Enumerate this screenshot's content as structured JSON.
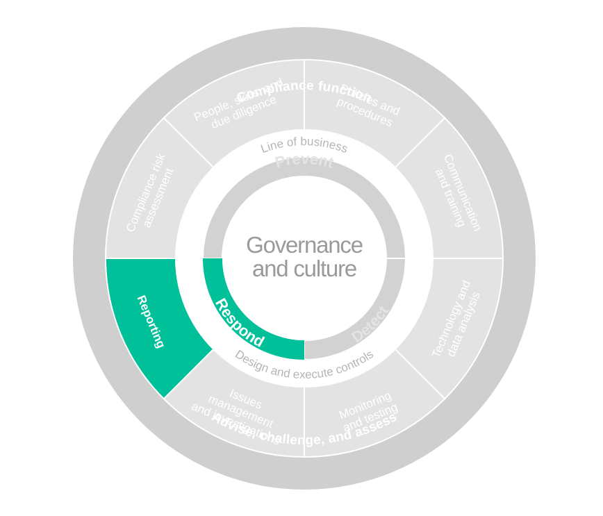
{
  "outer_ring": {
    "top_label": "Compliance function",
    "bottom_label": "Advise, challenge, and assess"
  },
  "segments": [
    {
      "id": "people",
      "lines": [
        "People, skills, and",
        "due diligence"
      ],
      "highlighted": false
    },
    {
      "id": "policies",
      "lines": [
        "Policies and",
        "procedures"
      ],
      "highlighted": false
    },
    {
      "id": "communication",
      "lines": [
        "Communication",
        "and training"
      ],
      "highlighted": false
    },
    {
      "id": "technology",
      "lines": [
        "Technology and",
        "data analysis"
      ],
      "highlighted": false
    },
    {
      "id": "monitoring",
      "lines": [
        "Monitoring",
        "and testing"
      ],
      "highlighted": false
    },
    {
      "id": "issues",
      "lines": [
        "Issues",
        "management",
        "and investigations"
      ],
      "highlighted": false
    },
    {
      "id": "reporting",
      "lines": [
        "Reporting"
      ],
      "highlighted": true
    },
    {
      "id": "risk",
      "lines": [
        "Compliance risk",
        "assessment"
      ],
      "highlighted": false
    }
  ],
  "middle_ring": {
    "top_label": "Line of business",
    "bottom_label": "Design and execute controls"
  },
  "inner_ring": [
    {
      "id": "prevent",
      "label": "Prevent",
      "highlighted": false
    },
    {
      "id": "detect",
      "label": "Detect",
      "highlighted": false
    },
    {
      "id": "respond",
      "label": "Respond",
      "highlighted": true
    }
  ],
  "core": {
    "line1": "Governance",
    "line2": "and culture"
  },
  "colors": {
    "outer_ring": "#cfcfcf",
    "segments": "#e3e3e3",
    "segment_divider": "#ffffff",
    "highlight": "#00c09a",
    "inner_ring": "#d2d2d2",
    "core_text": "#9a9a9a",
    "middle_text": "#b5b5b5",
    "background": "#ffffff"
  }
}
